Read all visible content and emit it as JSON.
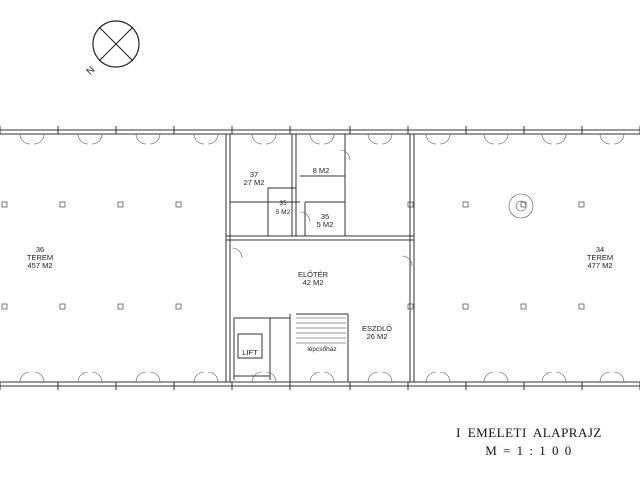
{
  "north_label": "N",
  "rooms": {
    "room36": {
      "number": "36",
      "name": "TEREM",
      "area": "457 M2"
    },
    "room34": {
      "number": "34",
      "name": "TEREM",
      "area": "477 M2"
    },
    "room37": {
      "number": "37",
      "area": "27 M2"
    },
    "roomWC": {
      "area": "8 M2"
    },
    "room35a": {
      "number": "35",
      "area": "5 M2"
    },
    "room35b": {
      "number": "35",
      "area": "5 M2"
    },
    "eloter": {
      "name": "ELŐTÉR",
      "area": "42 M2"
    },
    "eszkozp": {
      "name": "ESZDLŐ",
      "area": "26 M2"
    },
    "lift": {
      "name": "LIFT"
    },
    "stairs": {
      "name": "lépcsőház"
    }
  },
  "title": {
    "line1": "I EMELETI  ALAPRAJZ",
    "line2": "M = 1 : 1 0 0"
  }
}
